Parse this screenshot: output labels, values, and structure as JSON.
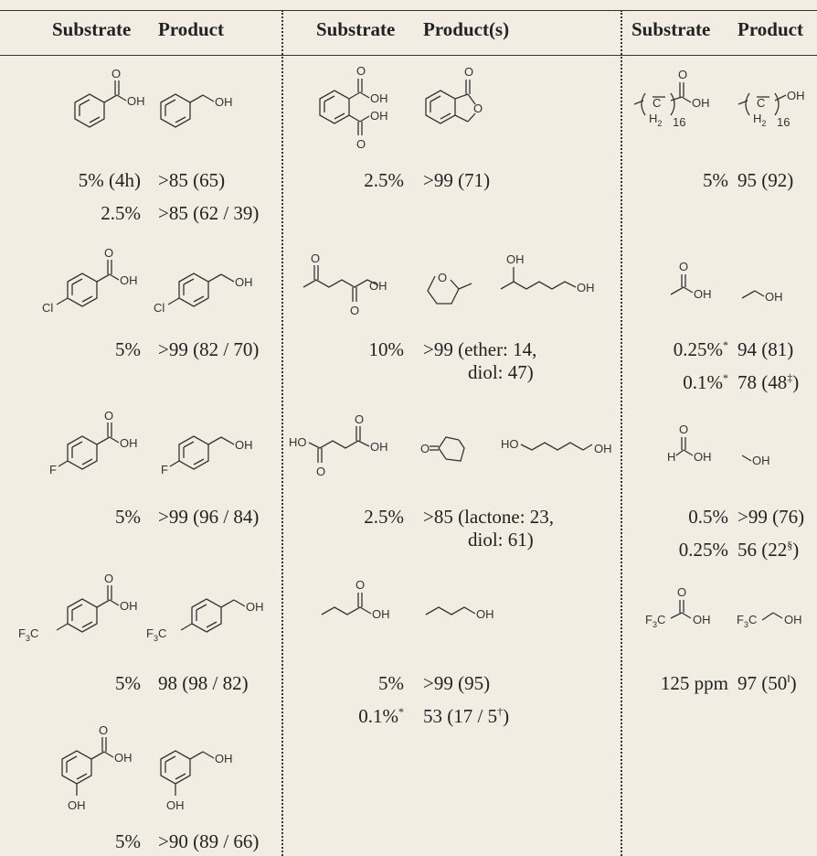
{
  "headers": {
    "col1_substrate": "Substrate",
    "col1_product": "Product",
    "col2_substrate": "Substrate",
    "col2_product": "Product(s)",
    "col3_substrate": "Substrate",
    "col3_product": "Product"
  },
  "atoms": {
    "oh": "OH",
    "o": "O",
    "ho": "HO",
    "cl": "Cl",
    "f": "F",
    "h": "H",
    "c": "C",
    "h2": "H",
    "sub2": "2",
    "sub16": "16",
    "cf3_f": "F",
    "cf3_3": "3",
    "cf3_c": "C"
  },
  "col1": {
    "r1_load": "5% (4h)",
    "r1_res": ">85 (65)",
    "r1b_load": "2.5%",
    "r1b_res": ">85 (62 / 39)",
    "r2_load": "5%",
    "r2_res": ">99 (82 / 70)",
    "r3_load": "5%",
    "r3_res": ">99 (96 / 84)",
    "r4_load": "5%",
    "r4_res": "98 (98 / 82)",
    "r5_load": "5%",
    "r5_res": ">90 (89 / 66)"
  },
  "col2": {
    "r1_load": "2.5%",
    "r1_res": ">99 (71)",
    "r2_load": "10%",
    "r2_res": ">99 (ether: 14,",
    "r2_res2": "diol: 47)",
    "r3_load": "2.5%",
    "r3_res": ">85 (lactone: 23,",
    "r3_res2": "diol: 61)",
    "r4_load": "5%",
    "r4_res": ">99 (95)",
    "r4b_load": "0.1%",
    "r4b_load_mark": "*",
    "r4b_res": "53 (17 / 5",
    "r4b_res_mark": "†",
    "r4b_res_end": ")"
  },
  "col3": {
    "r1_load": "5%",
    "r1_res": "95 (92)",
    "r2_load": "0.25%",
    "r2_load_mark": "*",
    "r2_res": "94 (81)",
    "r2b_load": "0.1%",
    "r2b_load_mark": "*",
    "r2b_res": "78 (48",
    "r2b_res_mark": "‡",
    "r2b_res_end": ")",
    "r3_load": "0.5%",
    "r3_res": ">99 (76)",
    "r3b_load": "0.25%",
    "r3b_res": "56 (22",
    "r3b_res_mark": "§",
    "r3b_res_end": ")",
    "r4_load": "125 ppm",
    "r4_res": "97 (50",
    "r4_res_mark": "‖",
    "r4_res_end": ")"
  }
}
